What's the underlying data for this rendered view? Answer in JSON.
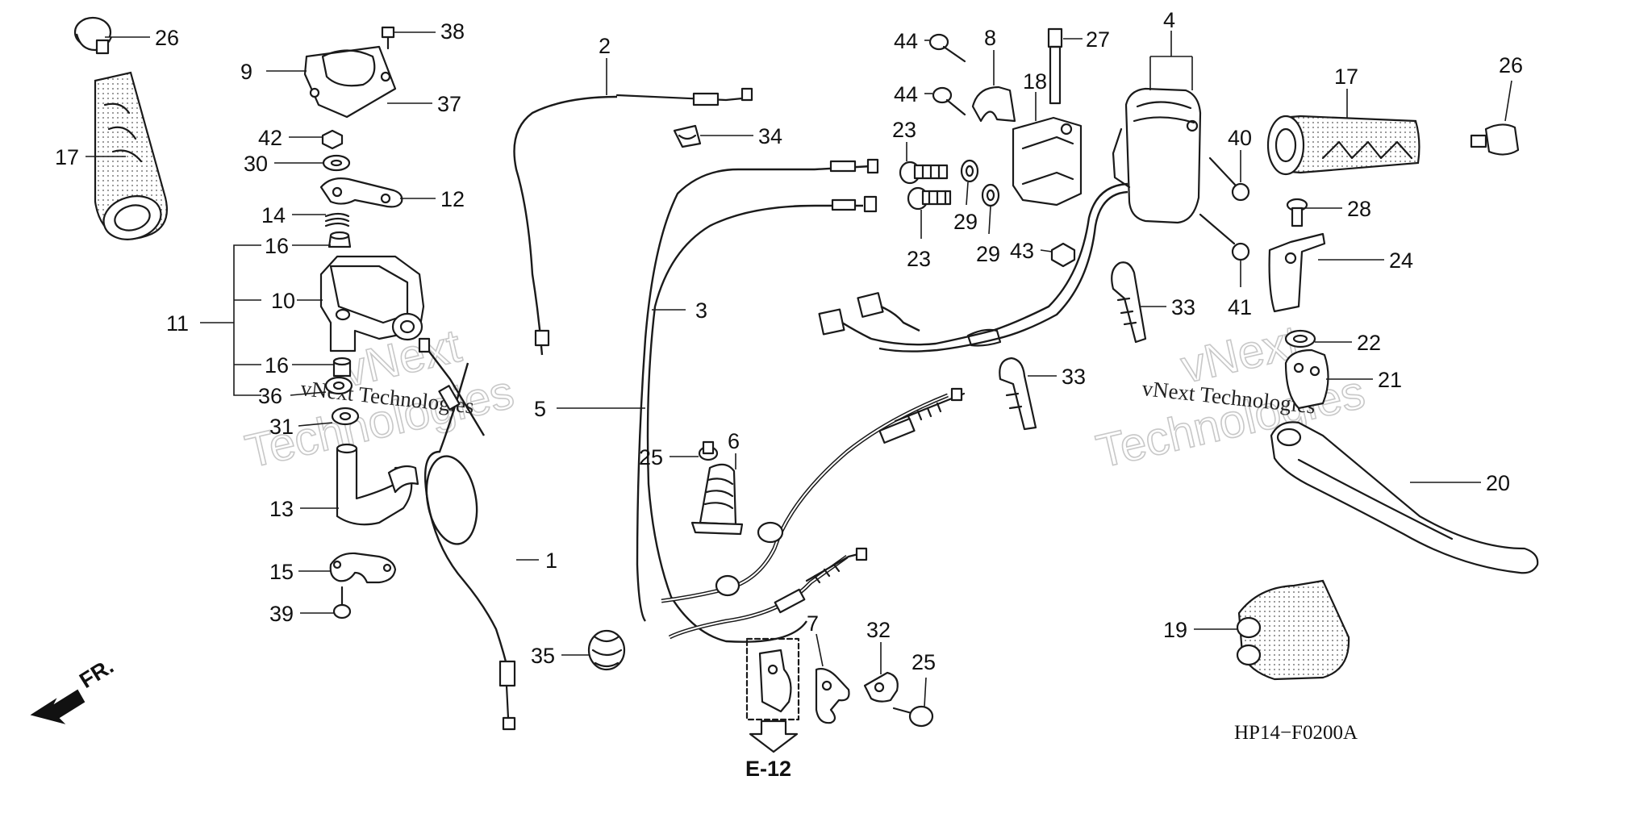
{
  "diagram": {
    "drawing_code": "HP14−F0200A",
    "reference_label": "E-12",
    "direction_label": "FR.",
    "watermark": {
      "line_small": "vNext Technologies",
      "line_big_1": "vNext",
      "line_big_2": "Technologies"
    },
    "callouts": [
      "26",
      "38",
      "9",
      "37",
      "17",
      "42",
      "30",
      "12",
      "14",
      "16",
      "10",
      "11",
      "16",
      "36",
      "31",
      "13",
      "15",
      "39",
      "2",
      "34",
      "3",
      "5",
      "1",
      "35",
      "25",
      "6",
      "7",
      "32",
      "25",
      "44",
      "8",
      "27",
      "44",
      "18",
      "23",
      "23",
      "29",
      "29",
      "43",
      "4",
      "40",
      "41",
      "17",
      "26",
      "28",
      "24",
      "33",
      "33",
      "22",
      "21",
      "20",
      "19"
    ]
  }
}
